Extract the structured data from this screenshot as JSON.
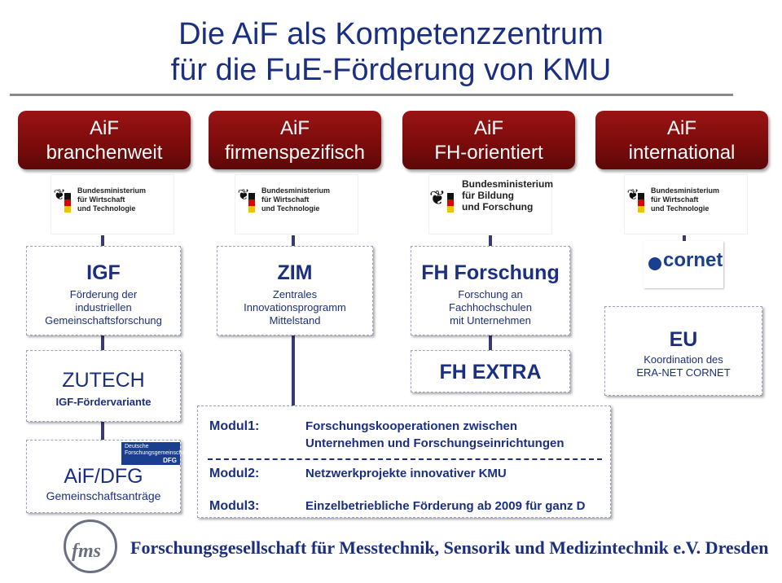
{
  "title": {
    "line1": "Die AiF als Kompetenzzentrum",
    "line2": "für die FuE-Förderung von KMU"
  },
  "categories": [
    {
      "line1": "AiF",
      "line2": "branchenweit"
    },
    {
      "line1": "AiF",
      "line2": "firmenspezifisch"
    },
    {
      "line1": "AiF",
      "line2": "FH-orientiert"
    },
    {
      "line1": "AiF",
      "line2": "international"
    }
  ],
  "ministries": [
    {
      "line1": "Bundesministerium",
      "line2": "für Wirtschaft",
      "line3": "und Technologie"
    },
    {
      "line1": "Bundesministerium",
      "line2": "für Wirtschaft",
      "line3": "und Technologie"
    },
    {
      "line1": "Bundesministerium",
      "line2": "für Bildung",
      "line3": "und Forschung"
    },
    {
      "line1": "Bundesministerium",
      "line2": "für Wirtschaft",
      "line3": "und Technologie"
    }
  ],
  "programs": {
    "igf": {
      "title": "IGF",
      "line1": "Förderung der",
      "line2": "industriellen",
      "line3": "Gemeinschaftsforschung"
    },
    "zutech": {
      "title": "ZUTECH",
      "subtitle": "IGF-Fördervariante"
    },
    "aifdfg": {
      "title": "AiF/DFG",
      "subtitle": "Gemeinschaftsanträge",
      "logo_line1": "Deutsche",
      "logo_line2": "Forschungsgemeinschaft",
      "logo_abbr": "DFG"
    },
    "zim": {
      "title": "ZIM",
      "line1": "Zentrales",
      "line2": "Innovationsprogramm",
      "line3": "Mittelstand"
    },
    "fh": {
      "title": "FH Forschung",
      "line1": "Forschung an",
      "line2": "Fachhochschulen",
      "line3": "mit Unternehmen"
    },
    "fhextra": {
      "title": "FH EXTRA"
    },
    "eu": {
      "title": "EU",
      "line1": "Koordination des",
      "line2": "ERA-NET CORNET",
      "logo": "cornet"
    }
  },
  "modules": [
    {
      "label": "Modul1:",
      "line1": "Forschungskooperationen zwischen",
      "line2": "Unternehmen und Forschungseinrichtungen"
    },
    {
      "label": "Modul2:",
      "line1": "Netzwerkprojekte innovativer KMU"
    },
    {
      "label": "Modul3:",
      "line1": "Einzelbetriebliche Förderung ab 2009 für ganz D"
    }
  ],
  "footer": {
    "logo_text": "fms",
    "text": "Forschungsgesellschaft für Messtechnik, Sensorik und Medizintechnik e.V. Dresden"
  },
  "colors": {
    "title": "#1b2f80",
    "category_bg": "#7a0b0b",
    "rule": "#8a8a8a"
  }
}
